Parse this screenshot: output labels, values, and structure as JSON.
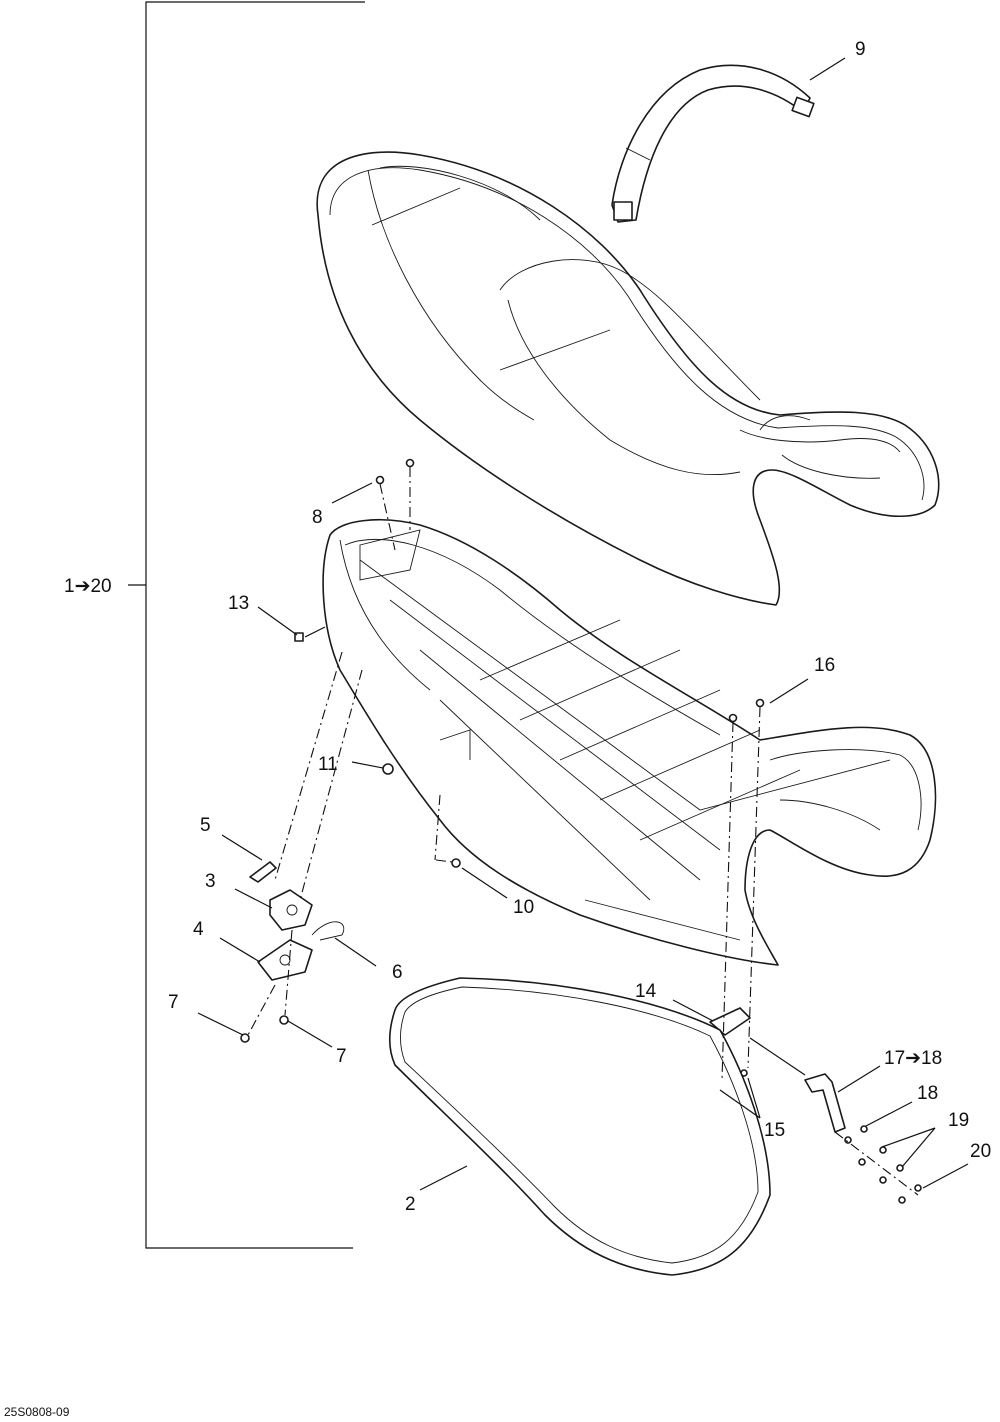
{
  "diagram": {
    "reference_code": "25S0808-09",
    "group_label": "1➔20",
    "callouts": {
      "c2": "2",
      "c3": "3",
      "c4": "4",
      "c5": "5",
      "c6": "6",
      "c7a": "7",
      "c7b": "7",
      "c8": "8",
      "c9": "9",
      "c10": "10",
      "c11": "11",
      "c13": "13",
      "c14": "14",
      "c15": "15",
      "c16": "16",
      "c17": "17➔18",
      "c18": "18",
      "c19": "19",
      "c20": "20"
    }
  }
}
